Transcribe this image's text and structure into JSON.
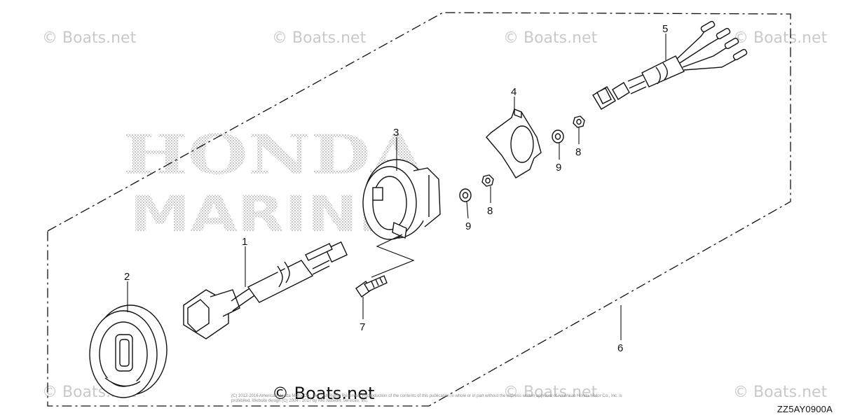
{
  "brand_watermark": {
    "line1": "HONDA",
    "line2": "MARINE"
  },
  "watermarks": [
    "© Boats.net",
    "© Boats.net",
    "© Boats.net",
    "© Boats.net",
    "© Boats.net",
    "© Boats.net",
    "© Boats.net"
  ],
  "copyright": "© Boats.net",
  "fine_print": "(C) 2012-2016 American Honda Motor Co., Inc. - All Rights Reserved. Reproduction of the contents of this publication in whole or in part without the express written approval of American Honda Motor Co., Inc. is prohibited. Website design (C) 2004 - 2017 by ARI Network Services, Inc.",
  "diagram_code": "ZZ5AY0900A",
  "callouts": {
    "c1": "1",
    "c2": "2",
    "c3": "3",
    "c4": "4",
    "c5": "5",
    "c6": "6",
    "c7": "7",
    "c8a": "8",
    "c8b": "8",
    "c9a": "9",
    "c9b": "9"
  },
  "colors": {
    "line": "#111111",
    "watermark": "#c9c9c9"
  }
}
